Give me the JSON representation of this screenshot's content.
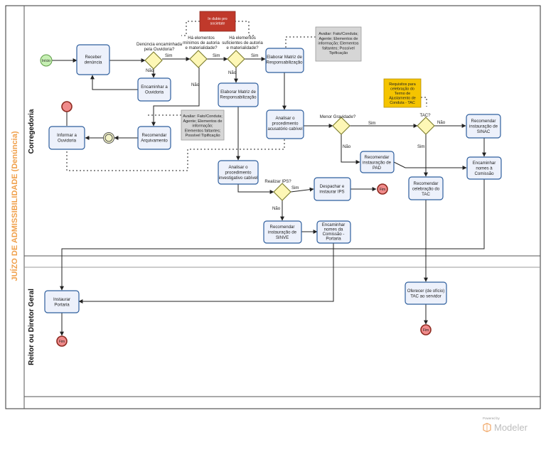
{
  "pool": {
    "title": "JUÍZO DE ADMISSIBILIDADE (Denúncia)"
  },
  "lanes": {
    "corregedoria": "Corregedoria",
    "reitor": "Reitor ou Diretor Geral"
  },
  "colors": {
    "title_orange": "#f0a04b",
    "task_fill": "#edf1fb",
    "task_stroke": "#2f5f9e",
    "gateway_fill": "#fdf7b6",
    "start_green": "#c6efb3",
    "end_red": "#f08b8b",
    "note_gray": "#d6d6d6",
    "note_red": "#c0392b",
    "note_yellow": "#f5c400"
  },
  "events": {
    "start": {
      "label": "Início"
    },
    "end_ips": {
      "label": "Fim"
    },
    "end_portaria": {
      "label": "Fim"
    },
    "end_tac": {
      "label": "Fim"
    }
  },
  "tasks": {
    "receber": {
      "lines": [
        "Receber",
        "denúncia"
      ]
    },
    "encaminhar_ouvidoria": {
      "lines": [
        "Encaminhar a",
        "Ouvidoria"
      ]
    },
    "recomendar_arquivamento": {
      "lines": [
        "Recomendar",
        "Arquivamento"
      ]
    },
    "informar_ouvidoria": {
      "lines": [
        "Informar a",
        "Ouvidoria"
      ]
    },
    "elaborar_matriz_resp": {
      "lines": [
        "Elaborar Matriz de",
        "Responsabilização"
      ]
    },
    "elaborar_matriz_resp2": {
      "lines": [
        "Elaborar Matriz de",
        "Responsabilização"
      ]
    },
    "analisar_acusatorio": {
      "lines": [
        "Analisar o",
        "procedimento",
        "acusatório cabível"
      ]
    },
    "analisar_investigativo": {
      "lines": [
        "Analisar o",
        "procedimento",
        "investigativo cabível"
      ]
    },
    "recomendar_pad": {
      "lines": [
        "Recomendar",
        "instauração de",
        "PAD"
      ]
    },
    "recomendar_sinac": {
      "lines": [
        "Recomendar",
        "instauração de",
        "SINAC"
      ]
    },
    "encaminhar_comissao": {
      "lines": [
        "Encaminhar",
        "nomes à",
        "Comissão"
      ]
    },
    "recomendar_tac": {
      "lines": [
        "Recomendar",
        "celebração do",
        "TAC"
      ]
    },
    "despachar_ips": {
      "lines": [
        "Despachar e",
        "instaurar IPS"
      ]
    },
    "recomendar_sinve": {
      "lines": [
        "Recomendar",
        "instauração de",
        "SINVE"
      ]
    },
    "encaminhar_portaria": {
      "lines": [
        "Encaminhar",
        "nomes da",
        "Comissão -",
        "Portaria"
      ]
    },
    "instaurar_portaria": {
      "lines": [
        "Instaurar",
        "Portaria"
      ]
    },
    "oferecer_tac": {
      "lines": [
        "Oferecer (de ofício)",
        "TAC ao servidor"
      ]
    }
  },
  "gateways": {
    "g1": {
      "lines": [
        "Denúncia encaminhada",
        "pela Ouvidoria?"
      ],
      "yes": "Sim",
      "no": "Não"
    },
    "g2": {
      "lines": [
        "Há elementos",
        "mínimos de autoria",
        "e materialidade?"
      ],
      "yes": "Sim",
      "no": "Não"
    },
    "g3": {
      "lines": [
        "Há elementos",
        "suficientes de autoria",
        "e materialidade?"
      ],
      "yes": "Sim",
      "no": "Não"
    },
    "g4": {
      "lines": [
        "Menor Gravidade?"
      ],
      "yes": "Sim",
      "no": "Não"
    },
    "g5": {
      "lines": [
        "TAC?"
      ],
      "yes": "Sim",
      "no": "Não"
    },
    "g6": {
      "lines": [
        "Realizar IPS?"
      ],
      "yes": "Sim",
      "no": "Não"
    }
  },
  "notes": {
    "sigilo": {
      "lines": [
        "In dubio pro",
        "societate"
      ]
    },
    "avaliar1": {
      "lines": [
        "Avaliar: Fato/Conduta;",
        "Agente; Elementos de",
        "informação; Elementos",
        "faltantes; Possível",
        "Tipificação"
      ]
    },
    "avaliar2": {
      "lines": [
        "Avaliar: Fato/Conduta;",
        "Agente; Elementos de",
        "informação;",
        "Elementos faltantes;",
        "Possível Tipificação"
      ]
    },
    "requisitos": {
      "lines": [
        "Requisitos para",
        "celebração do",
        "Termo de",
        "Ajustamento de",
        "Conduta - TAC"
      ]
    }
  },
  "brand": {
    "powered": "Powered by",
    "name": "Modeler"
  }
}
